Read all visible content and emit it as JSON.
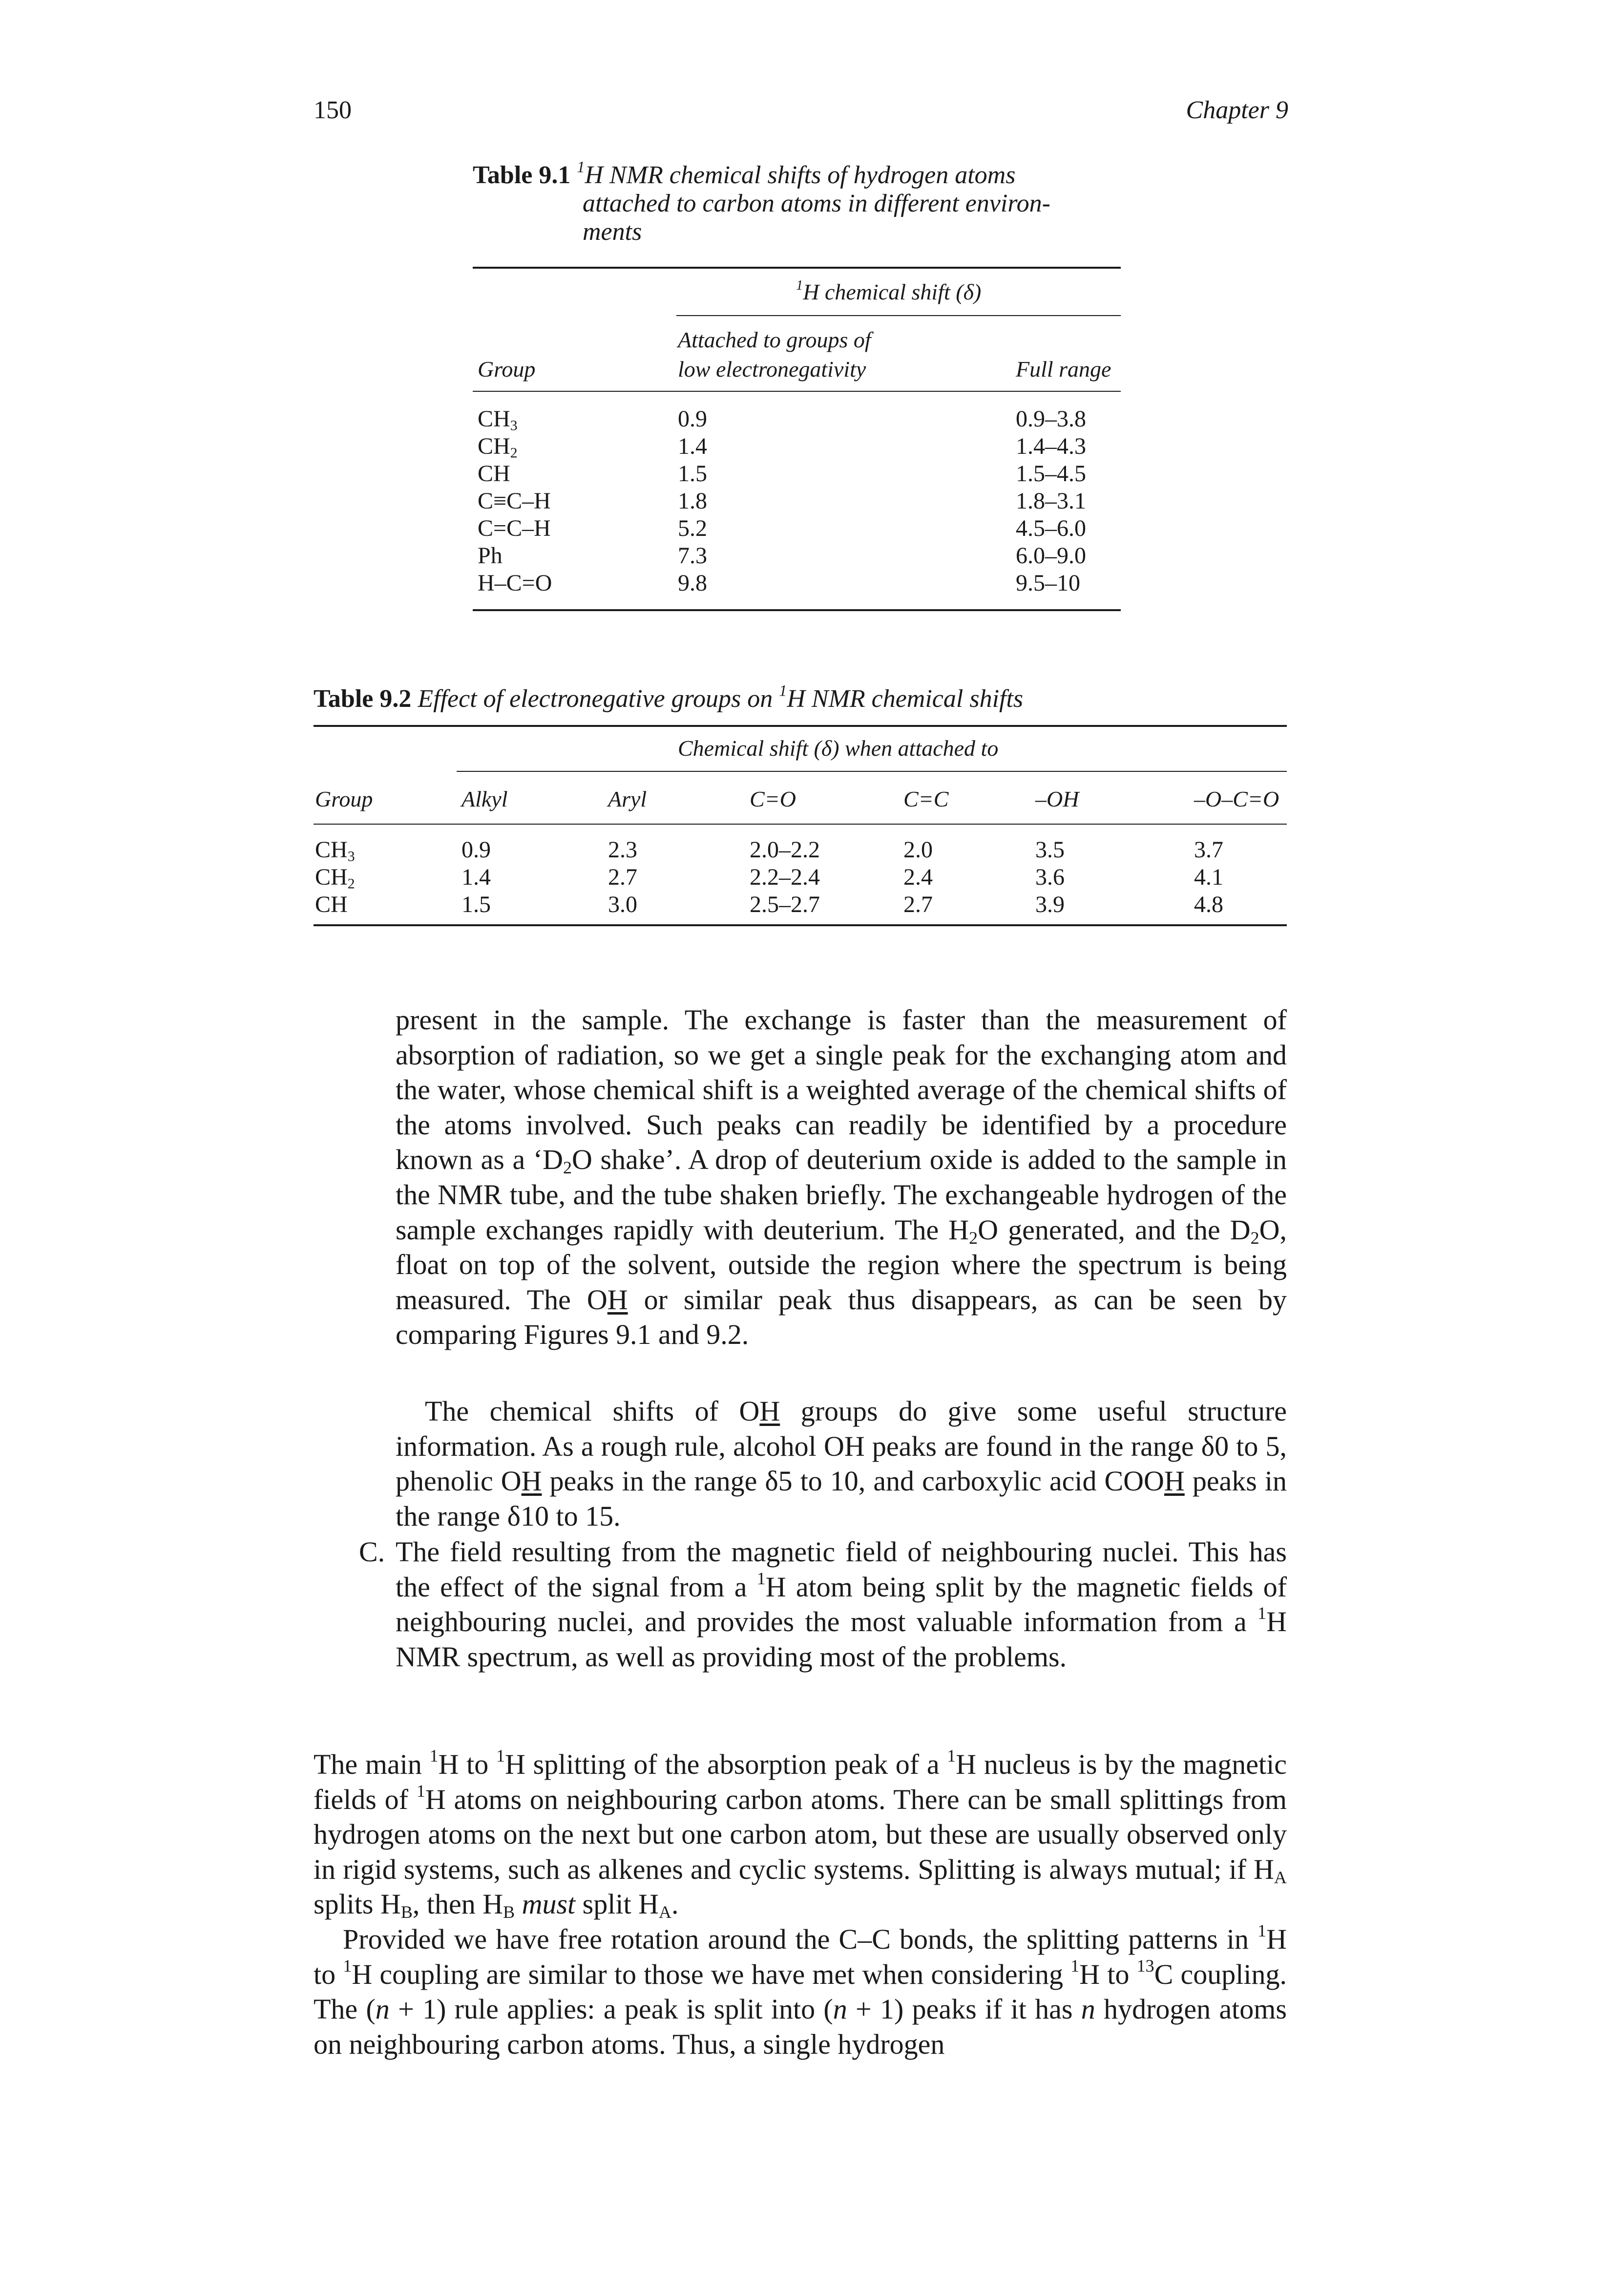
{
  "header": {
    "page_number": "150",
    "chapter": "Chapter 9"
  },
  "table1": {
    "label": "Table 9.1",
    "caption_parts": [
      "H NMR chemical shifts of hydrogen atoms",
      "attached to carbon atoms in different environ-",
      "ments"
    ],
    "caption_sup": "1",
    "group_header": "Group",
    "shift_header_sup": "1",
    "shift_header": "H chemical shift (δ)",
    "col_low_line1": "Attached to groups of",
    "col_low_line2": "low electronegativity",
    "col_full": "Full range",
    "rows": [
      {
        "group": "CH3",
        "low": "0.9",
        "full": "0.9–3.8"
      },
      {
        "group": "CH2",
        "low": "1.4",
        "full": "1.4–4.3"
      },
      {
        "group": "CH",
        "low": "1.5",
        "full": "1.5–4.5"
      },
      {
        "group": "C≡C–H",
        "low": "1.8",
        "full": "1.8–3.1"
      },
      {
        "group": "C=C–H",
        "low": "5.2",
        "full": "4.5–6.0"
      },
      {
        "group": "Ph",
        "low": "7.3",
        "full": "6.0–9.0"
      },
      {
        "group": "H–C=O",
        "low": "9.8",
        "full": "9.5–10"
      }
    ]
  },
  "table2": {
    "label": "Table 9.2",
    "caption_a": "Effect of electronegative groups on",
    "caption_sup": "1",
    "caption_b": "H NMR chemical shifts",
    "span_header": "Chemical shift (δ) when attached to",
    "columns": [
      "Group",
      "Alkyl",
      "Aryl",
      "C=O",
      "C=C",
      "–OH",
      "–O–C=O"
    ],
    "rows": [
      [
        "CH3",
        "0.9",
        "2.3",
        "2.0–2.2",
        "2.0",
        "3.5",
        "3.7"
      ],
      [
        "CH2",
        "1.4",
        "2.7",
        "2.2–2.4",
        "2.4",
        "3.6",
        "4.1"
      ],
      [
        "CH",
        "1.5",
        "3.0",
        "2.5–2.7",
        "2.7",
        "3.9",
        "4.8"
      ]
    ]
  },
  "body": {
    "p1": {
      "a": "present in the sample. The exchange is faster than the measurement of absorption of radiation, so we get a single peak for the exchanging atom and the water, whose chemical shift is a weighted average of the chemical shifts of the atoms involved. Such peaks can readily be identified by a procedure known as a ‘D",
      "b": "O shake’. A drop of deuterium oxide is added to the sample in the NMR tube, and the tube shaken briefly. The exchangeable hydrogen of the sample exchanges rapidly with deuterium. The H",
      "c": "O generated, and the D",
      "d": "O, float on top of the solvent, outside the region where the spectrum is being measured. The O",
      "e": "H",
      "f": " or similar peak thus disappears, as can be seen by comparing Figures 9.1 and 9.2."
    },
    "p2": {
      "a": "The chemical shifts of O",
      "b": "H",
      "c": " groups do give some useful structure information. As a rough rule, alcohol OH peaks are found in the range δ0 to 5, phenolic O",
      "d": "H",
      "e": " peaks in the range δ5 to 10, and carboxylic acid COO",
      "f": "H",
      "g": " peaks in the range δ10 to 15."
    },
    "p3": {
      "marker": "C.",
      "a": "The field resulting from the magnetic field of neighbouring nuclei. This has the effect of the signal from a ",
      "b": "H atom being split by the magnetic fields of neighbouring nuclei, and provides the most valuable information from a ",
      "c": "H NMR spectrum, as well as providing most of the problems."
    },
    "p4": {
      "a": "The main ",
      "b": "H to ",
      "c": "H splitting of the absorption peak of a ",
      "d": "H nucleus is by the magnetic fields of ",
      "e": "H atoms on neighbouring carbon atoms. There can be small splittings from hydrogen atoms on the next but one carbon atom, but these are usually observed only in rigid systems, such as alkenes and cyclic systems. Splitting is always mutual; if H",
      "f": " splits H",
      "g": ", then H",
      "h": "must",
      "i": " split H",
      "j": "."
    },
    "p5": {
      "a": "Provided we have free rotation around the C–C bonds, the splitting patterns in ",
      "b": "H to ",
      "c": "H coupling are similar to those we have met when considering ",
      "d": "H to ",
      "e": "C coupling. The (",
      "f": "n",
      "g": " + 1) rule applies: a peak is split into (",
      "h": "n",
      "i": " + 1) peaks if it has ",
      "j": "n",
      "k": " hydrogen atoms on neighbouring carbon atoms. Thus, a single hydrogen"
    },
    "sub_2": "2",
    "sup_1": "1",
    "sup_13": "13",
    "sub_A": "A",
    "sub_B": "B"
  }
}
